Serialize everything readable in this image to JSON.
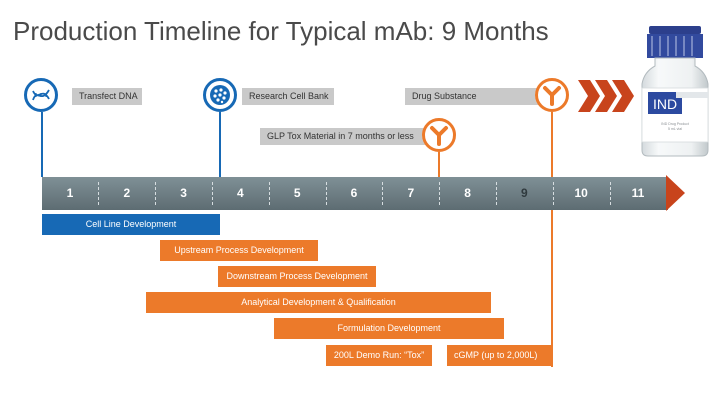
{
  "title": "Production Timeline for Typical mAb: 9 Months",
  "colors": {
    "orange": "#ec7a2a",
    "blue": "#1769b5",
    "axis": "#6f8086",
    "arrow": "#c8441c",
    "label_bg": "#c9c9c9"
  },
  "milestones": {
    "transfect": {
      "label": "Transfect DNA",
      "icon": "dna-icon"
    },
    "research_bank": {
      "label": "Research Cell Bank",
      "icon": "cells-icon"
    },
    "glp_tox": {
      "label": "GLP Tox Material in 7 months or less",
      "icon": "antibody-icon"
    },
    "drug_substance": {
      "label": "Drug Substance",
      "icon": "antibody-icon"
    }
  },
  "vial": {
    "label": "IND",
    "small_text": [
      "IND Drug Product",
      "5 mL vial"
    ]
  },
  "timeline": {
    "months": [
      "1",
      "2",
      "3",
      "4",
      "5",
      "6",
      "7",
      "8",
      "9",
      "10",
      "11"
    ]
  },
  "activities": {
    "cell_line": "Cell Line Development",
    "upstream": "Upstream Process Development",
    "downstream": "Downstream Process Development",
    "analytical": "Analytical Development & Qualification",
    "formulation": "Formulation Development",
    "demo_run": "200L Demo Run: “Tox”",
    "cgmp": "cGMP (up to 2,000L)"
  }
}
